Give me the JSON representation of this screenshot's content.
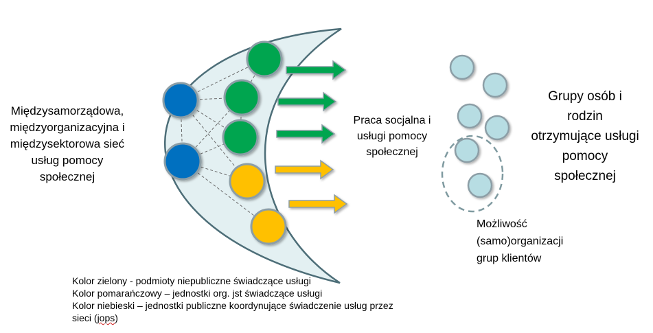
{
  "labels": {
    "network_line1": "Międzysamorządowa,",
    "network_line2": "międzyorganizacyjna i",
    "network_line3": "międzysektorowa sieć",
    "network_line4": "usług pomocy",
    "network_line5": "społecznej",
    "work_line1": "Praca socjalna i",
    "work_line2": "usługi pomocy",
    "work_line3": "społecznej",
    "groups_line1": "Grupy osób i",
    "groups_line2": "rodzin",
    "groups_line3": "otrzymujące usługi",
    "groups_line4": "pomocy",
    "groups_line5": "społecznej",
    "selforg_line1": "Możliwość",
    "selforg_line2": "(samo)organizacji",
    "selforg_line3": "grup klientów"
  },
  "legend": {
    "line1": "Kolor zielony - podmioty niepubliczne świadczące usługi",
    "line2_a": "Kolor pomarańczowy – jednostki org. ",
    "line2_b": "jst",
    "line2_c": " świadczące usługi",
    "line3": "Kolor niebieski – jednostki publiczne koordynujące świadczenie usług przez",
    "line4_a": "sieci (",
    "line4_b": "jops",
    "line4_c": ")"
  },
  "colors": {
    "green": "#00a550",
    "orange": "#ffc000",
    "blue": "#0070c0",
    "client": "#b7dde3",
    "node_border": "#8c9ea6",
    "crescent_fill": "#e3f0f2",
    "crescent_border": "#4d6e78"
  }
}
